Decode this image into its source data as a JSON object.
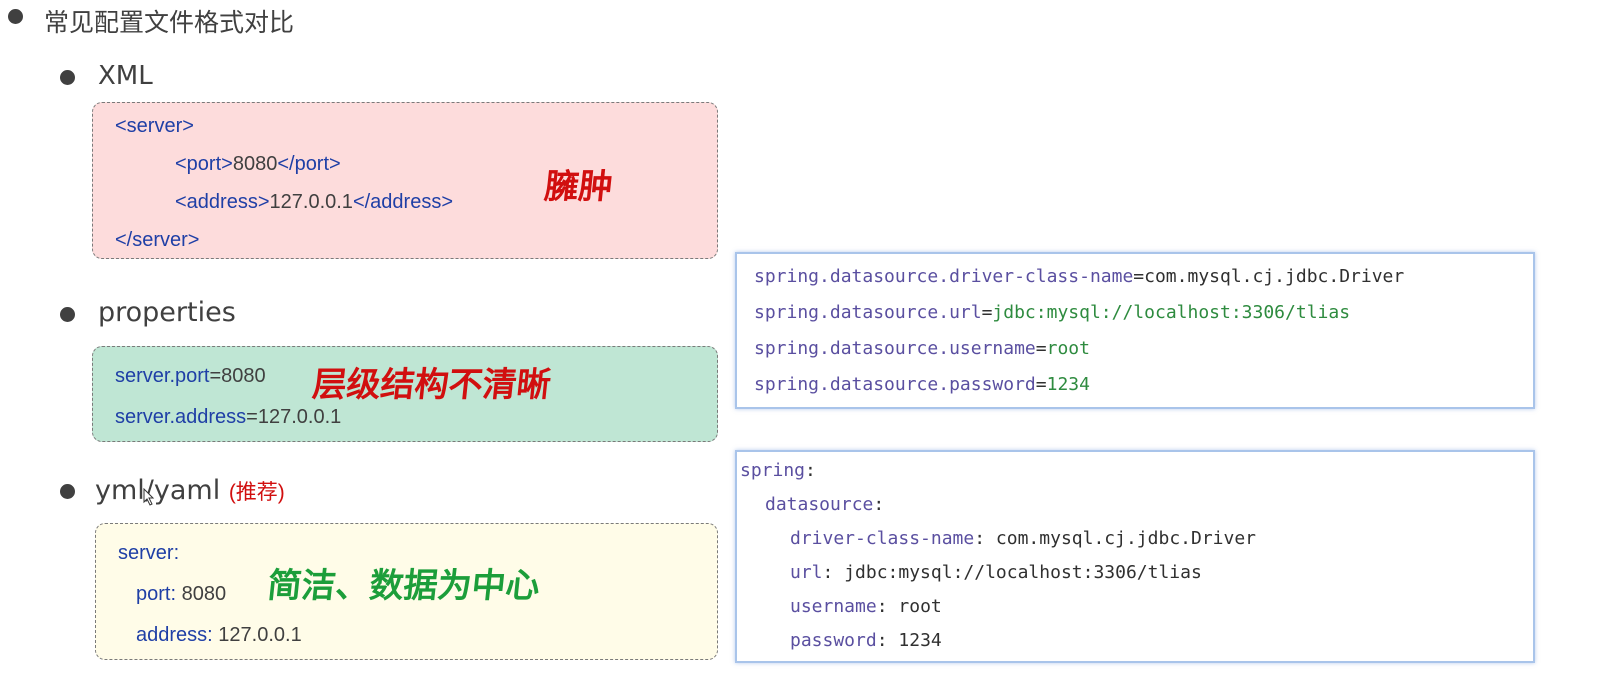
{
  "main_title": "常见配置文件格式对比",
  "xml": {
    "heading": "XML",
    "lines": {
      "l1_tag": "<server>",
      "l2_open": "<port>",
      "l2_value": "8080",
      "l2_close": "</port>",
      "l3_open": "<address>",
      "l3_value": "127.0.0.1",
      "l3_close": "</address>",
      "l4_tag": "</server>"
    },
    "annotation": "臃肿"
  },
  "properties": {
    "heading": "properties",
    "line1_key": "server.port",
    "line1_eq": "=8080",
    "line2_key": "server.address",
    "line2_eq": "=127.0.0.1",
    "annotation": "层级结构不清晰"
  },
  "yml": {
    "heading": "yml/yaml",
    "recommend": "(推荐)",
    "line1_key": "server:",
    "line2_key": "port:",
    "line2_value": "8080",
    "line3_key": "address:",
    "line3_value": "127.0.0.1",
    "annotation": "简洁、数据为中心"
  },
  "properties_example": {
    "line1_key": "spring.datasource.driver-class-name",
    "line1_value": "=com.mysql.cj.jdbc.Driver",
    "line2_key": "spring.datasource.url",
    "line2_eq": "=",
    "line2_value": "jdbc:mysql://localhost:3306/tlias",
    "line3_key": "spring.datasource.username",
    "line3_eq": "=",
    "line3_value": "root",
    "line4_key": "spring.datasource.password",
    "line4_eq": "=",
    "line4_value": "1234"
  },
  "yml_example": {
    "l1_key": "spring",
    "l2_key": "datasource",
    "l3_key": "driver-class-name",
    "l3_value": "com.mysql.cj.jdbc.Driver",
    "l4_key": "url",
    "l4_value": "jdbc:mysql://localhost:3306/tlias",
    "l5_key": "username",
    "l5_value": "root",
    "l6_key": "password",
    "l6_value": "1234",
    "colon": ":"
  },
  "colors": {
    "xml_box_bg": "#fddcdc",
    "properties_box_bg": "#bfe6d4",
    "yml_box_bg": "#fffce8",
    "annotation_red": "#d10f0f",
    "annotation_green": "#1c9e3a",
    "code_key_purple": "#5a4fa0",
    "code_value_green": "#2e8b3f"
  }
}
